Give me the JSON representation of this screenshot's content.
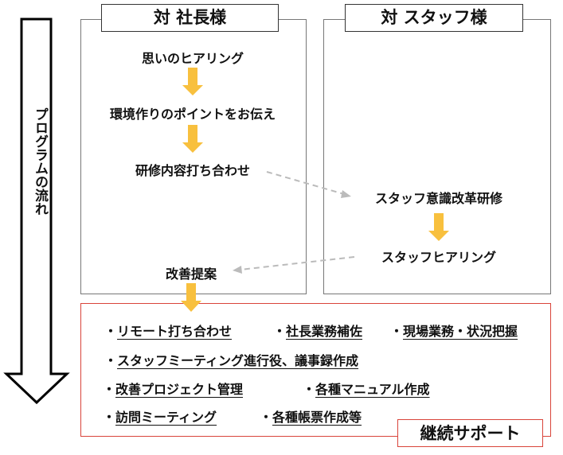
{
  "flow_label": "プログラムの流れ",
  "owner_column": {
    "header": "対 社長様",
    "steps": [
      "思いのヒアリング",
      "環境作りのポイントをお伝え",
      "研修内容打ち合わせ"
    ],
    "final_step": "改善提案"
  },
  "staff_column": {
    "header": "対 スタッフ様",
    "steps": [
      "スタッフ意識改革研修",
      "スタッフヒアリング"
    ]
  },
  "support": {
    "title": "継続サポート",
    "bullet": "・",
    "items": [
      "リモート打ち合わせ",
      "社長業務補佐",
      "現場業務・状況把握",
      "スタッフミーティング進行役、議事録作成",
      "改善プロジェクト管理",
      "各種マニュアル作成",
      "訪問ミーティング",
      "各種帳票作成等"
    ]
  },
  "colors": {
    "arrow": "#F8C03E",
    "support_border": "#D9443A",
    "dashed": "#BBBBBB"
  }
}
